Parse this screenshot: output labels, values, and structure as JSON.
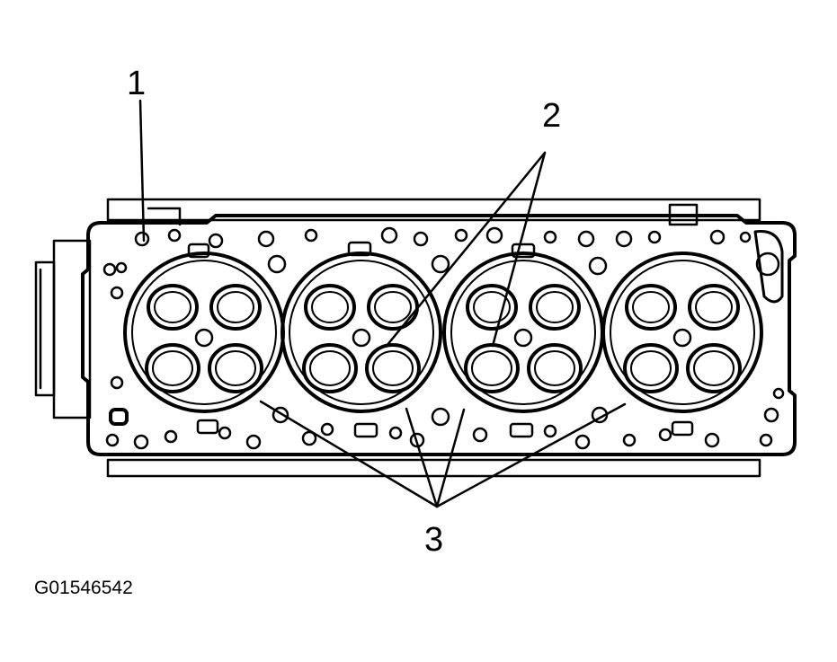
{
  "callouts": {
    "one": "1",
    "two": "2",
    "three": "3"
  },
  "figure_id": "G01546542",
  "colors": {
    "ink": "#000000",
    "paper": "#ffffff"
  }
}
